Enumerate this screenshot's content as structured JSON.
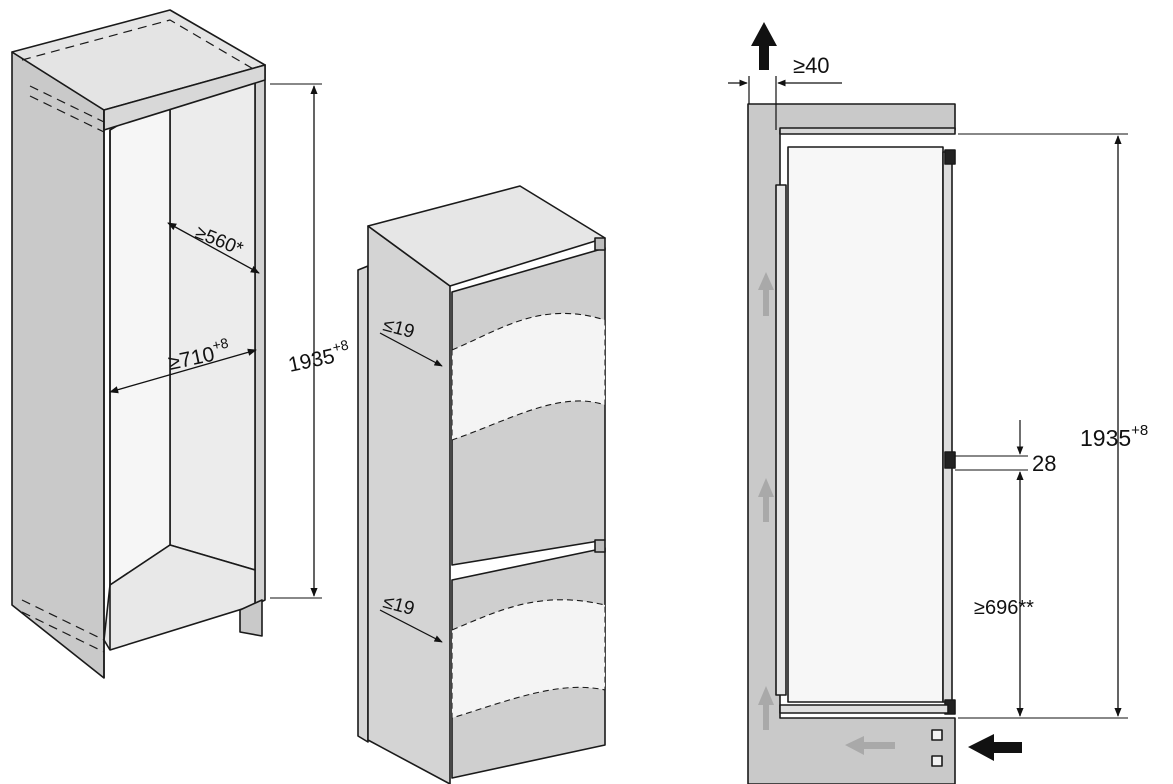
{
  "cabinet": {
    "depth_label": "≥560*",
    "width_label": "≥710",
    "width_tolerance": "+8",
    "height_label": "1935",
    "height_tolerance": "+8"
  },
  "appliance": {
    "door_gap_top": "≤19",
    "door_gap_bottom": "≤19"
  },
  "side_view": {
    "ventilation_label": "≥40",
    "height_label": "1935",
    "height_tolerance": "+8",
    "hinge_gap_label": "28",
    "lower_height_label": "≥696**"
  },
  "colors": {
    "panel_fill": "#c9c9c9",
    "panel_light": "#e4e4e4",
    "airflow_arrow": "#a9a9a9",
    "outline": "#1a1a1a"
  }
}
